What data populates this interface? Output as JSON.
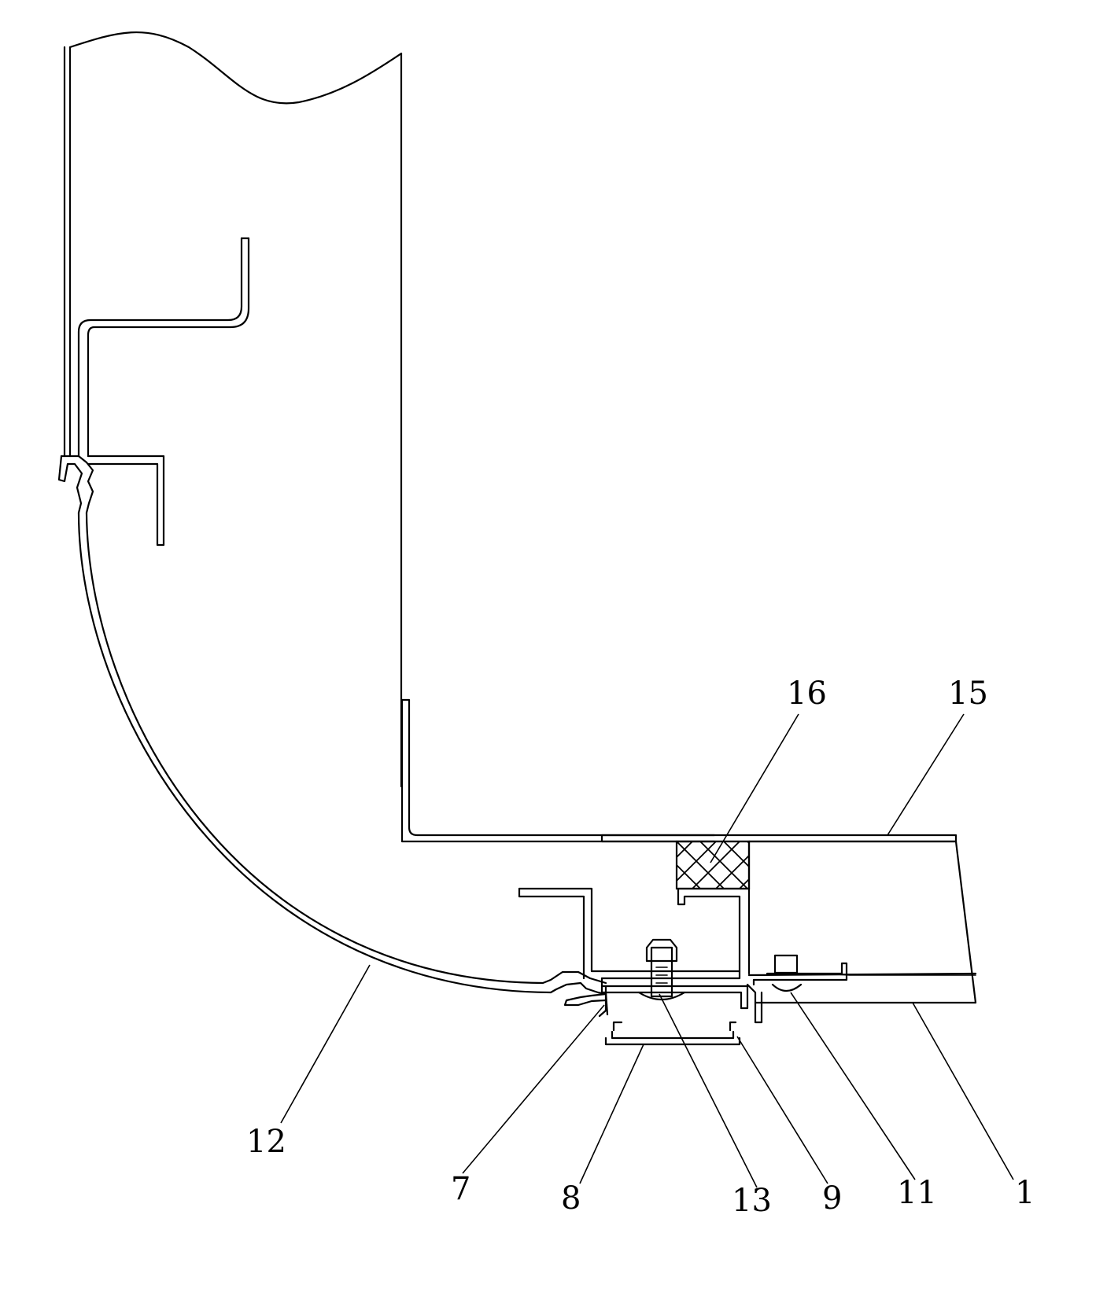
{
  "labels": {
    "l1": "1",
    "l7": "7",
    "l8": "8",
    "l9": "9",
    "l11": "11",
    "l12": "12",
    "l13": "13",
    "l15": "15",
    "l16": "16"
  }
}
